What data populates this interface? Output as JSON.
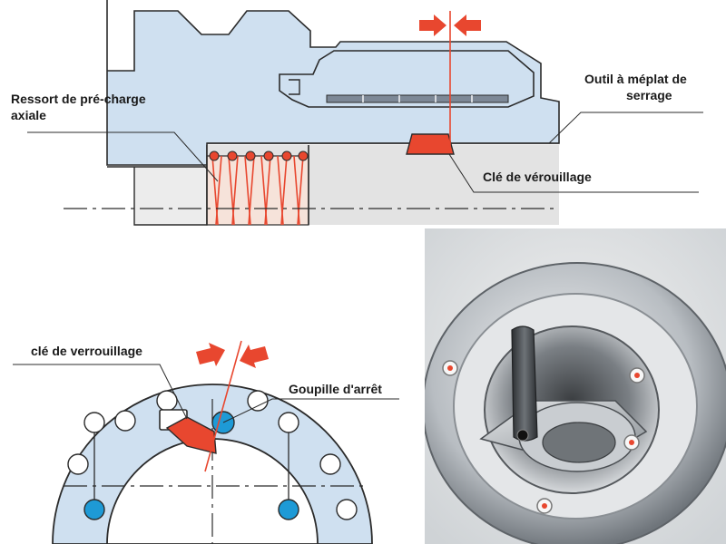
{
  "top_diagram": {
    "spring_label_line1": "Ressort de pré-charge",
    "spring_label_line2": "axiale",
    "tool_label_line1": "Outil à méplat de",
    "tool_label_line2": "serrage",
    "key_label": "Clé de vérouillage"
  },
  "bottom_diagram": {
    "key_label": "clé de verrouillage",
    "pin_label": "Goupille d'arrêt"
  },
  "colors": {
    "part_fill": "#cfe0f0",
    "part_stroke": "#2b2b2b",
    "accent": "#e8472f",
    "pin_fill": "#1e9ad6",
    "gray_fill": "#e3e3e3"
  },
  "icons": {
    "force_arrows": "red-opposing-arrows-icon"
  }
}
